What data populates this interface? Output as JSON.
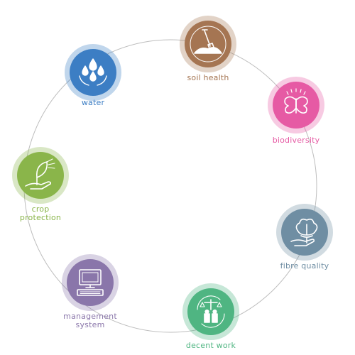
{
  "colors": {
    "ring": "#bdbdbd",
    "soil_health": "#a57552",
    "water": "#3c7ec4",
    "biodiversity": "#e65aa4",
    "crop_protection": "#8ab54a",
    "fibre_quality": "#6f8ea3",
    "management_system": "#8a76aa",
    "decent_work": "#4fb582"
  },
  "nodes": {
    "soil_health": {
      "label": "soil health",
      "icon": "soil-spade-icon"
    },
    "water": {
      "label": "water",
      "icon": "water-drops-hands-icon"
    },
    "biodiversity": {
      "label": "biodiversity",
      "icon": "butterfly-icon"
    },
    "crop_protection": {
      "label_line1": "crop",
      "label_line2": "protection",
      "icon": "plant-hand-icon"
    },
    "fibre_quality": {
      "label": "fibre quality",
      "icon": "cotton-boll-icon"
    },
    "management_system": {
      "label_line1": "management",
      "label_line2": "system",
      "icon": "computer-icon"
    },
    "decent_work": {
      "label": "decent work",
      "icon": "scales-workers-icon"
    }
  }
}
